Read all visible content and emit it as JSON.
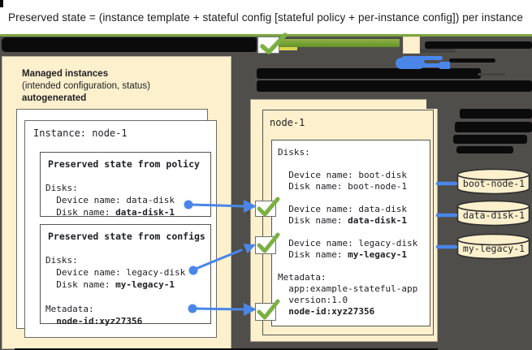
{
  "banner": {
    "text": "Preserved state = (instance template + stateful config [stateful policy + per-instance config]) per instance"
  },
  "left_panel": {
    "heading_bold": "Managed instances",
    "heading_line2": "(intended configuration, status)",
    "heading_bold2": "autogenerated",
    "instance_card_title": "Instance: node-1",
    "policy_box": {
      "title": "Preserved state from policy",
      "lines": [
        "Disks:",
        "  Device name: data-disk",
        "  Disk name: **data-disk-1**"
      ]
    },
    "configs_box": {
      "title": "Preserved state from configs",
      "lines": [
        "Disks:",
        "  Device name: legacy-disk",
        "  Disk name: **my-legacy-1**",
        "",
        "Metadata:",
        "  **node-id:xyz27356**"
      ]
    }
  },
  "right_panel": {
    "title": "node-1",
    "disks_box": {
      "lines": [
        "Disks:",
        "",
        "  Device name: boot-disk",
        "  Disk name: boot-node-1",
        "",
        "  Device name: data-disk",
        "  Disk name: **data-disk-1**",
        "",
        "  Device name: legacy-disk",
        "  Disk name: **my-legacy-1**",
        "",
        "Metadata:",
        "  app:example-stateful-app",
        "  version:1.0",
        "  **node-id:xyz27356**"
      ]
    }
  },
  "disks": [
    {
      "label": "boot-node-1"
    },
    {
      "label": "data-disk-1"
    },
    {
      "label": "my-legacy-1"
    }
  ],
  "icons": {
    "checkmark": "✓"
  },
  "colors": {
    "cream": "#FCF0CD",
    "canvas": "#4F4E4B",
    "green": "#7CB043",
    "yellow": "#D9D54E",
    "blue": "#4A86E8",
    "redaction": "#0B0B0B"
  }
}
